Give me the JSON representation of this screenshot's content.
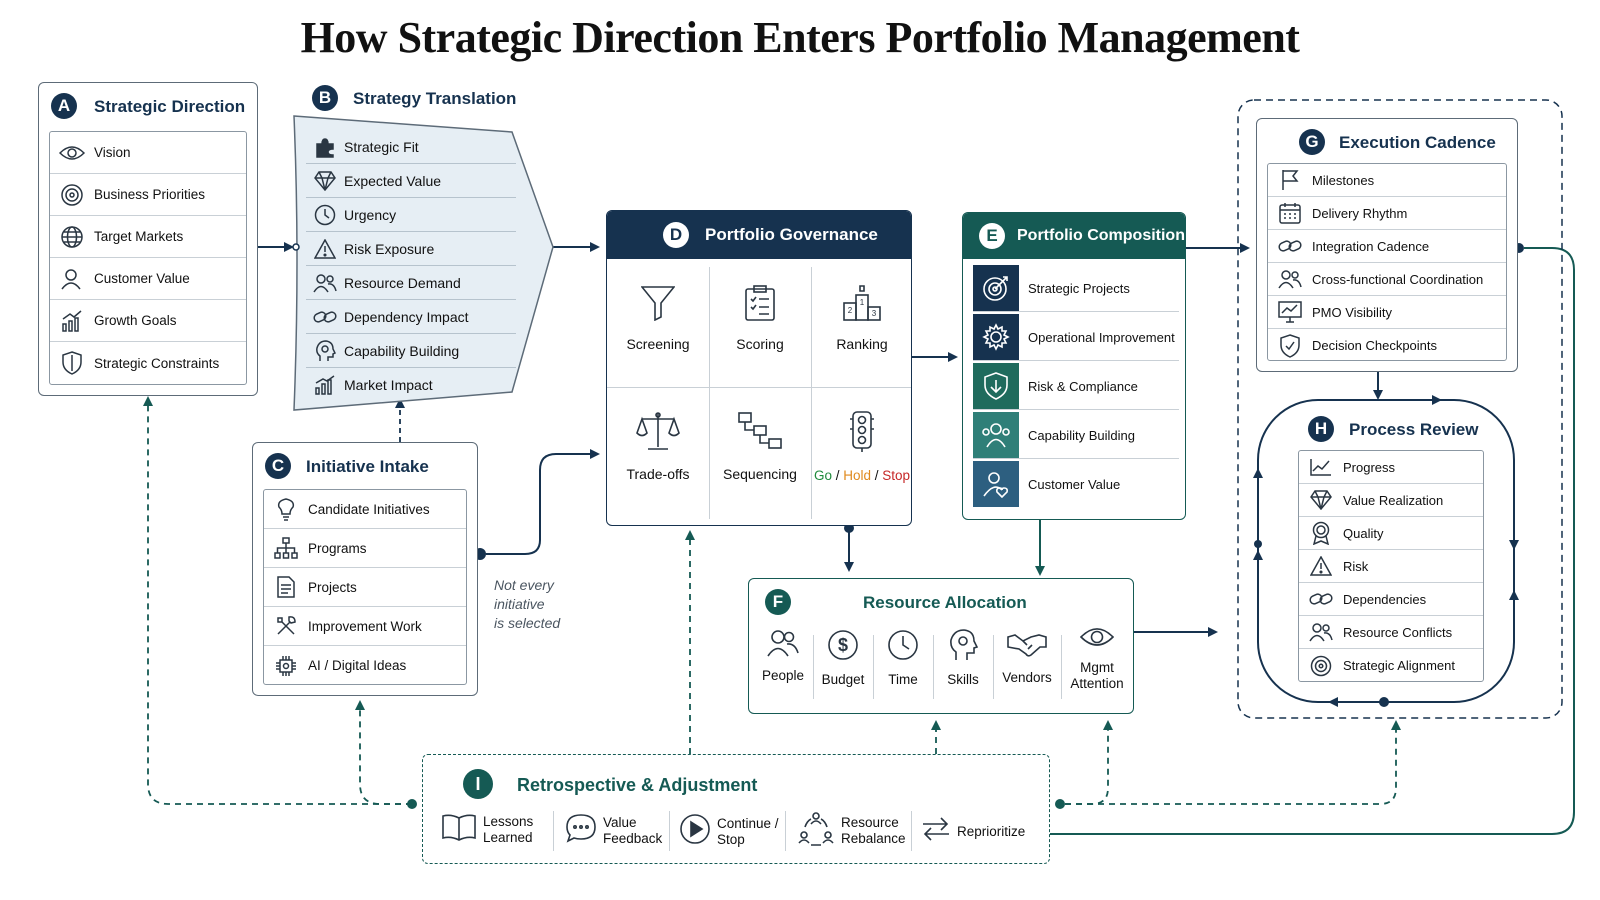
{
  "title": "How Strategic Direction Enters Portfolio Management",
  "colors": {
    "navy": "#16324f",
    "teal": "#155a54",
    "border": "#5d6b78",
    "go": "#1e8a3c",
    "hold": "#e08a1e",
    "stop": "#c62828"
  },
  "sections": {
    "a": {
      "badge": "A",
      "title": "Strategic Direction",
      "items": [
        {
          "label": "Vision",
          "icon": "eye-icon"
        },
        {
          "label": "Business Priorities",
          "icon": "target-icon"
        },
        {
          "label": "Target Markets",
          "icon": "globe-icon"
        },
        {
          "label": "Customer Value",
          "icon": "user-icon"
        },
        {
          "label": "Growth Goals",
          "icon": "growth-chart-icon"
        },
        {
          "label": "Strategic Constraints",
          "icon": "shield-icon"
        }
      ]
    },
    "b": {
      "badge": "B",
      "title": "Strategy Translation",
      "items": [
        {
          "label": "Strategic Fit",
          "icon": "puzzle-icon"
        },
        {
          "label": "Expected Value",
          "icon": "diamond-icon"
        },
        {
          "label": "Urgency",
          "icon": "clock-icon"
        },
        {
          "label": "Risk Exposure",
          "icon": "warning-icon"
        },
        {
          "label": "Resource Demand",
          "icon": "people-icon"
        },
        {
          "label": "Dependency Impact",
          "icon": "link-icon"
        },
        {
          "label": "Capability Building",
          "icon": "head-gear-icon"
        },
        {
          "label": "Market Impact",
          "icon": "bar-chart-icon"
        }
      ]
    },
    "c": {
      "badge": "C",
      "title": "Initiative Intake",
      "items": [
        {
          "label": "Candidate Initiatives",
          "icon": "lightbulb-icon"
        },
        {
          "label": "Programs",
          "icon": "hierarchy-icon"
        },
        {
          "label": "Projects",
          "icon": "document-icon"
        },
        {
          "label": "Improvement Work",
          "icon": "tools-icon"
        },
        {
          "label": "AI / Digital Ideas",
          "icon": "chip-icon"
        }
      ],
      "note_lines": [
        "Not every",
        "initiative",
        "is selected"
      ]
    },
    "d": {
      "badge": "D",
      "title": "Portfolio Governance",
      "items": [
        {
          "label": "Screening",
          "icon": "funnel-icon"
        },
        {
          "label": "Scoring",
          "icon": "clipboard-icon"
        },
        {
          "label": "Ranking",
          "icon": "podium-icon"
        },
        {
          "label": "Trade-offs",
          "icon": "scale-icon"
        },
        {
          "label": "Sequencing",
          "icon": "sequence-icon"
        }
      ],
      "gate": {
        "go": "Go",
        "sep": " / ",
        "hold": "Hold",
        "stop": "Stop",
        "icon": "traffic-light-icon"
      }
    },
    "e": {
      "badge": "E",
      "title": "Portfolio Composition",
      "items": [
        {
          "label": "Strategic Projects",
          "icon": "target-icon"
        },
        {
          "label": "Operational Improvement",
          "icon": "gear-icon"
        },
        {
          "label": "Risk & Compliance",
          "icon": "shield-icon"
        },
        {
          "label": "Capability Building",
          "icon": "people-icon"
        },
        {
          "label": "Customer Value",
          "icon": "user-heart-icon"
        }
      ]
    },
    "f": {
      "badge": "F",
      "title": "Resource Allocation",
      "items": [
        {
          "label": "People",
          "icon": "people-icon"
        },
        {
          "label": "Budget",
          "icon": "dollar-icon"
        },
        {
          "label": "Time",
          "icon": "clock-icon"
        },
        {
          "label": "Skills",
          "icon": "head-gear-icon"
        },
        {
          "label": "Vendors",
          "icon": "handshake-icon"
        },
        {
          "label": "Mgmt\nAttention",
          "icon": "eye-icon"
        }
      ]
    },
    "g": {
      "badge": "G",
      "title": "Execution Cadence",
      "items": [
        {
          "label": "Milestones",
          "icon": "flag-icon"
        },
        {
          "label": "Delivery Rhythm",
          "icon": "calendar-icon"
        },
        {
          "label": "Integration Cadence",
          "icon": "link-icon"
        },
        {
          "label": "Cross-functional Coordination",
          "icon": "people-icon"
        },
        {
          "label": "PMO Visibility",
          "icon": "monitor-chart-icon"
        },
        {
          "label": "Decision Checkpoints",
          "icon": "shield-check-icon"
        }
      ]
    },
    "h": {
      "badge": "H",
      "title": "Process Review",
      "items": [
        {
          "label": "Progress",
          "icon": "line-chart-icon"
        },
        {
          "label": "Value Realization",
          "icon": "diamond-icon"
        },
        {
          "label": "Quality",
          "icon": "award-icon"
        },
        {
          "label": "Risk",
          "icon": "warning-icon"
        },
        {
          "label": "Dependencies",
          "icon": "link-icon"
        },
        {
          "label": "Resource Conflicts",
          "icon": "people-icon"
        },
        {
          "label": "Strategic Alignment",
          "icon": "target-icon"
        }
      ]
    },
    "i": {
      "badge": "I",
      "title": "Retrospective & Adjustment",
      "items": [
        {
          "label": "Lessons\nLearned",
          "icon": "book-icon"
        },
        {
          "label": "Value\nFeedback",
          "icon": "chat-icon"
        },
        {
          "label": "Continue /\nStop",
          "icon": "play-icon"
        },
        {
          "label": "Resource\nRebalance",
          "icon": "cycle-people-icon"
        },
        {
          "label": "Reprioritize",
          "icon": "swap-arrows-icon"
        }
      ]
    }
  }
}
